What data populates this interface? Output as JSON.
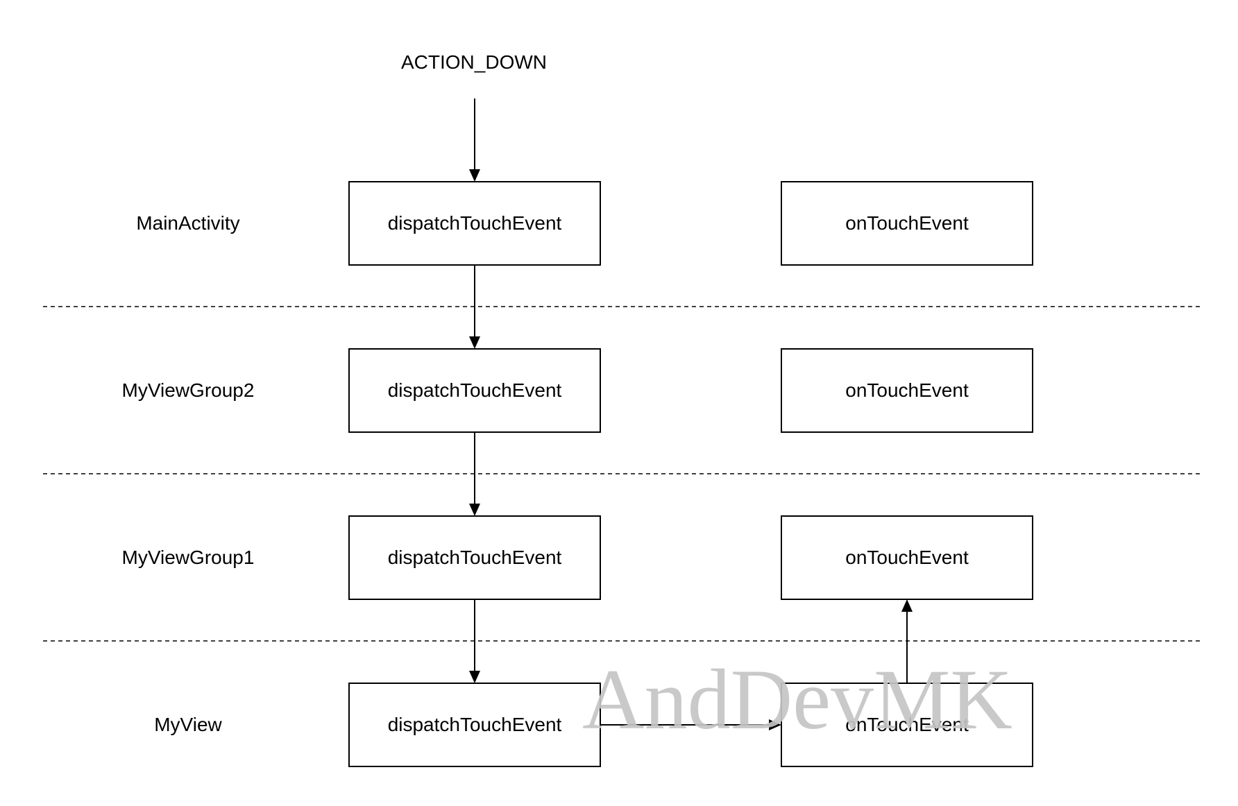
{
  "diagram": {
    "event": "ACTION_DOWN",
    "layers": [
      {
        "name": "MainActivity",
        "dispatch": "dispatchTouchEvent",
        "on_touch": "onTouchEvent"
      },
      {
        "name": "MyViewGroup2",
        "dispatch": "dispatchTouchEvent",
        "on_touch": "onTouchEvent"
      },
      {
        "name": "MyViewGroup1",
        "dispatch": "dispatchTouchEvent",
        "on_touch": "onTouchEvent"
      },
      {
        "name": "MyView",
        "dispatch": "dispatchTouchEvent",
        "on_touch": "onTouchEvent"
      }
    ],
    "watermark": "AndDevMK"
  }
}
